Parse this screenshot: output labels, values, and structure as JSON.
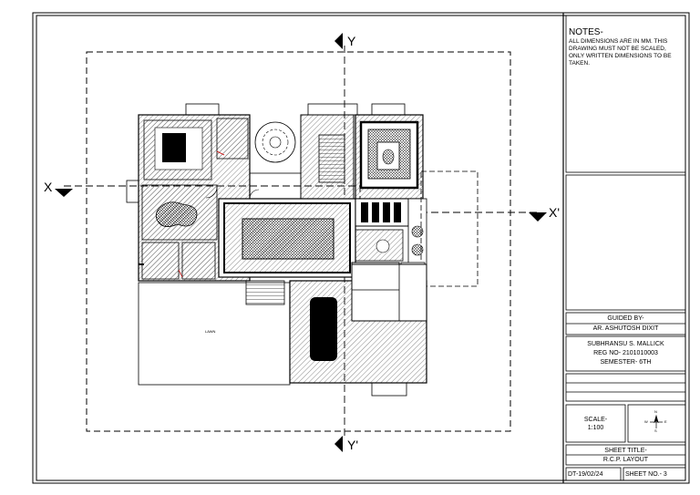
{
  "notes": {
    "title": "NOTES-",
    "body": "ALL DIMENSIONS ARE IN MM. THIS DRAWING MUST NOT BE SCALED, ONLY WRITTEN DIMENSIONS TO BE TAKEN."
  },
  "guided_by": {
    "label": "GUIDED BY-",
    "name": "AR. ASHUTOSH DIXIT"
  },
  "student": {
    "name": "SUBHRANSU S. MALLICK",
    "reg": "REG NO- 2101010003",
    "semester": "SEMESTER- 6TH"
  },
  "scale": {
    "label": "SCALE-",
    "value": "1:100"
  },
  "sheet_title": {
    "label": "SHEET TITLE-",
    "value": "R.C.P. LAYOUT"
  },
  "date": "DT-19/02/24",
  "sheet_no": "SHEET NO.- 3",
  "axes": {
    "y_top": "Y",
    "y_bottom": "Y'",
    "x_left": "X",
    "x_right": "X'"
  },
  "lawn_label": "LAWN",
  "compass": {
    "n": "N",
    "s": "S",
    "e": "E",
    "w": "W"
  }
}
